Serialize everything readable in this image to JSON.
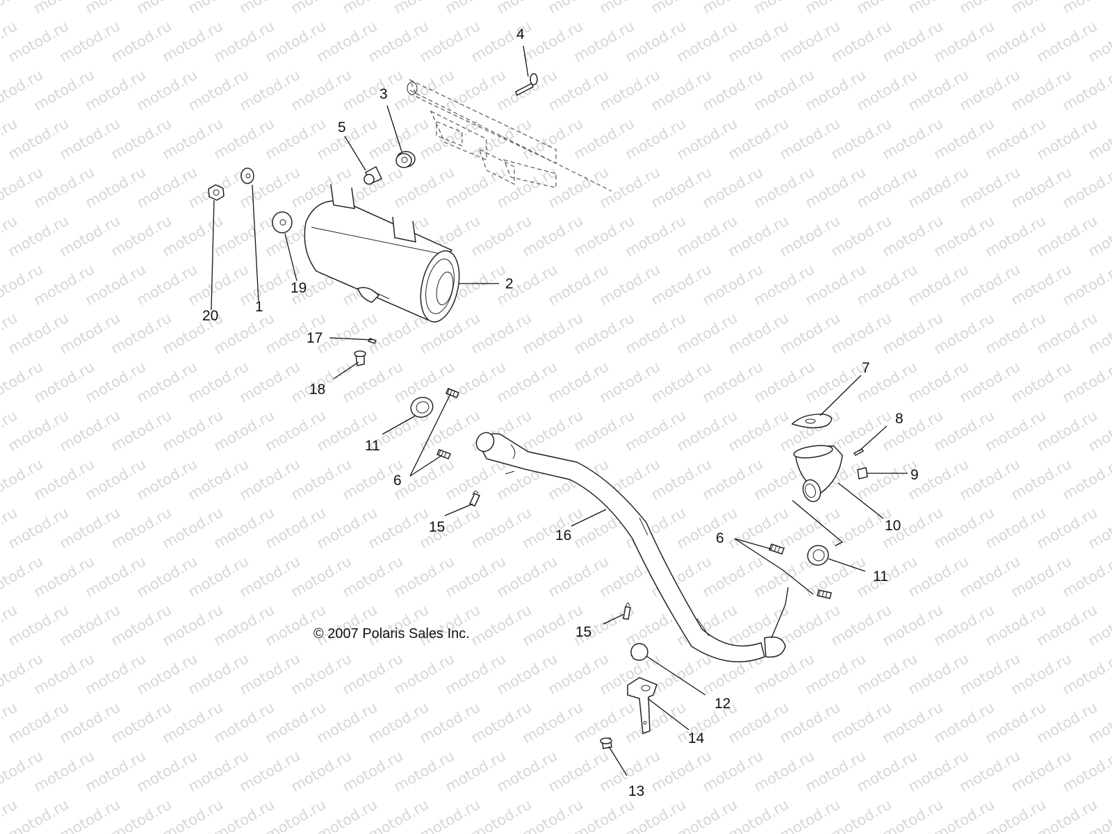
{
  "watermark": "motod.ru",
  "copyright": "© 2007 Polaris Sales Inc.",
  "callouts": {
    "c4": "4",
    "c3": "3",
    "c5": "5",
    "c2": "2",
    "c20": "20",
    "c1": "1",
    "c19": "19",
    "c17": "17",
    "c18": "18",
    "c11a": "11",
    "c6a": "6",
    "c15a": "15",
    "c16": "16",
    "c7": "7",
    "c8": "8",
    "c9": "9",
    "c10": "10",
    "c6b": "6",
    "c11b": "11",
    "c15b": "15",
    "c12": "12",
    "c14": "14",
    "c13": "13"
  }
}
